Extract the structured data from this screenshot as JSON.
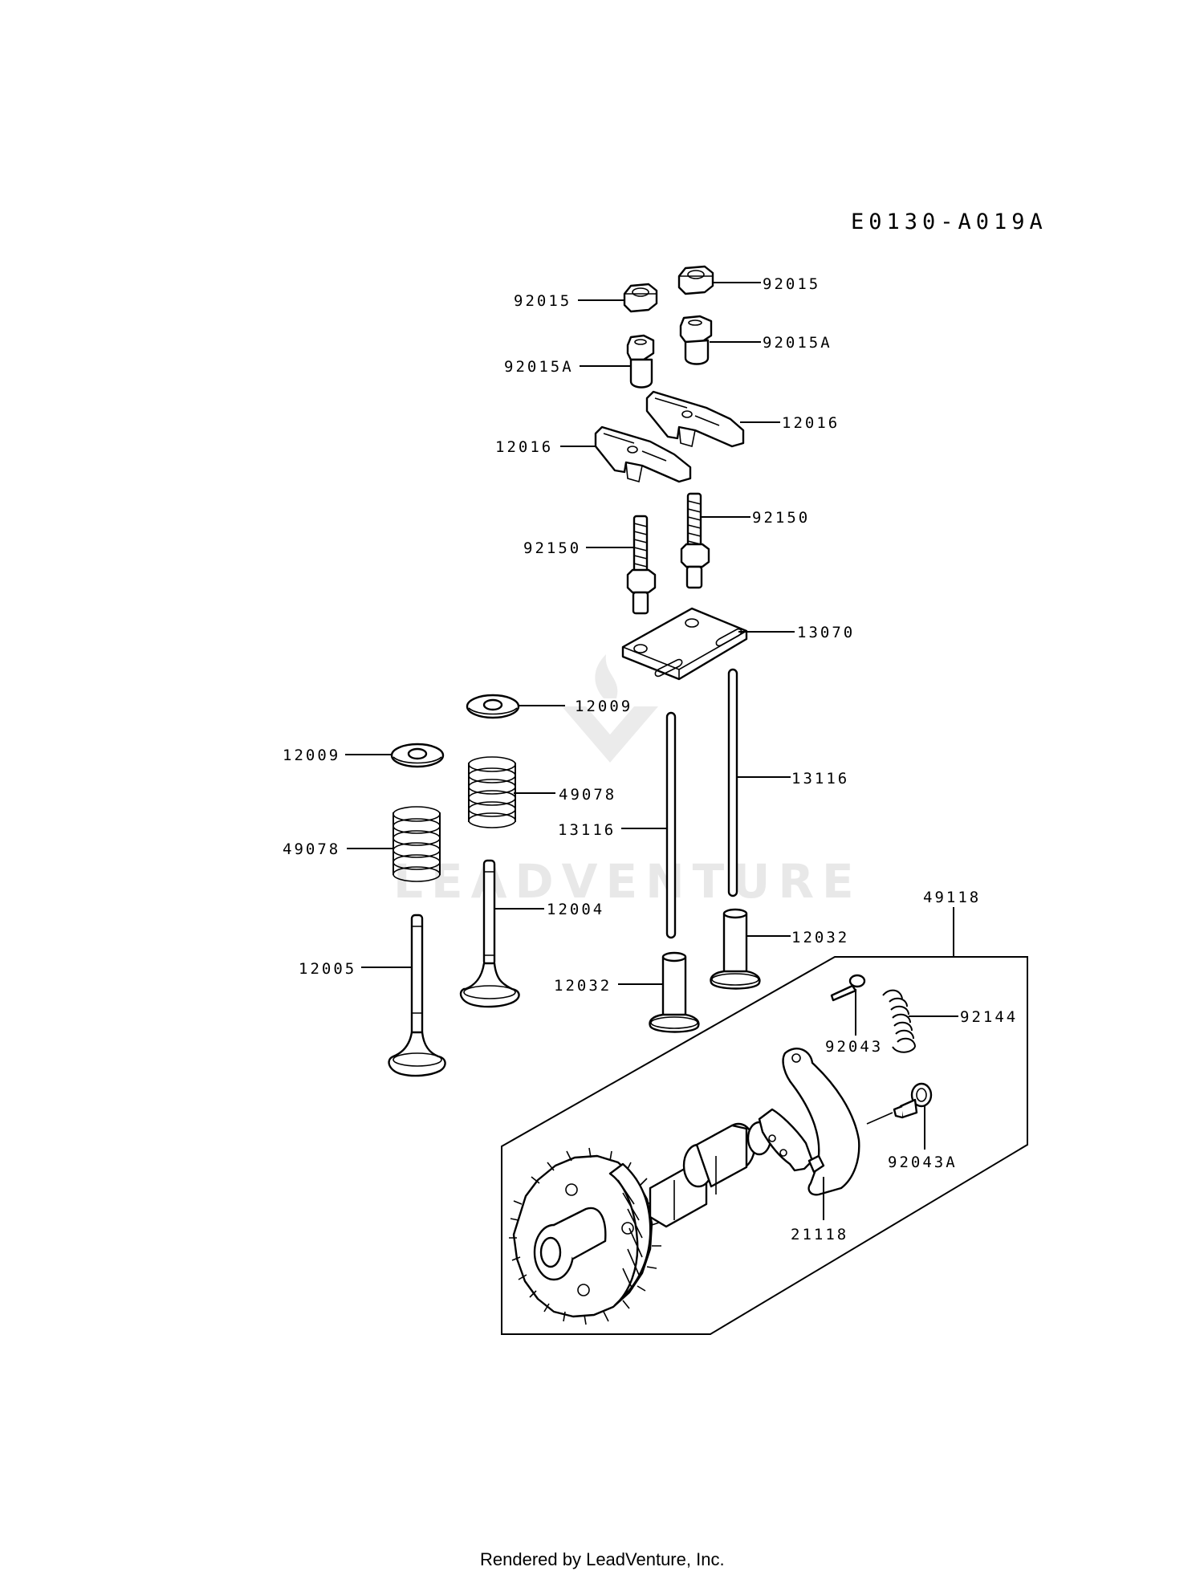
{
  "diagram_code": "E0130-A019A",
  "watermark": "LEADVENTURE",
  "footer": "Rendered by LeadVenture, Inc.",
  "callouts": {
    "nut_left": "92015",
    "nut_right": "92015",
    "nut_cap_left": "92015A",
    "nut_cap_right": "92015A",
    "rocker_left": "12016",
    "rocker_right": "12016",
    "stud_left": "92150",
    "stud_right": "92150",
    "plate": "13070",
    "retainer_top": "12009",
    "retainer_left": "12009",
    "spring_right": "49078",
    "spring_left": "49078",
    "pushrod_left": "13116",
    "pushrod_right": "13116",
    "valve_intake": "12004",
    "valve_exhaust": "12005",
    "lifter_left": "12032",
    "lifter_right": "12032",
    "camshaft_assy": "49118",
    "bolt": "92043",
    "bolt_a": "92043A",
    "spring_small": "92144",
    "governor_lever": "21118"
  }
}
